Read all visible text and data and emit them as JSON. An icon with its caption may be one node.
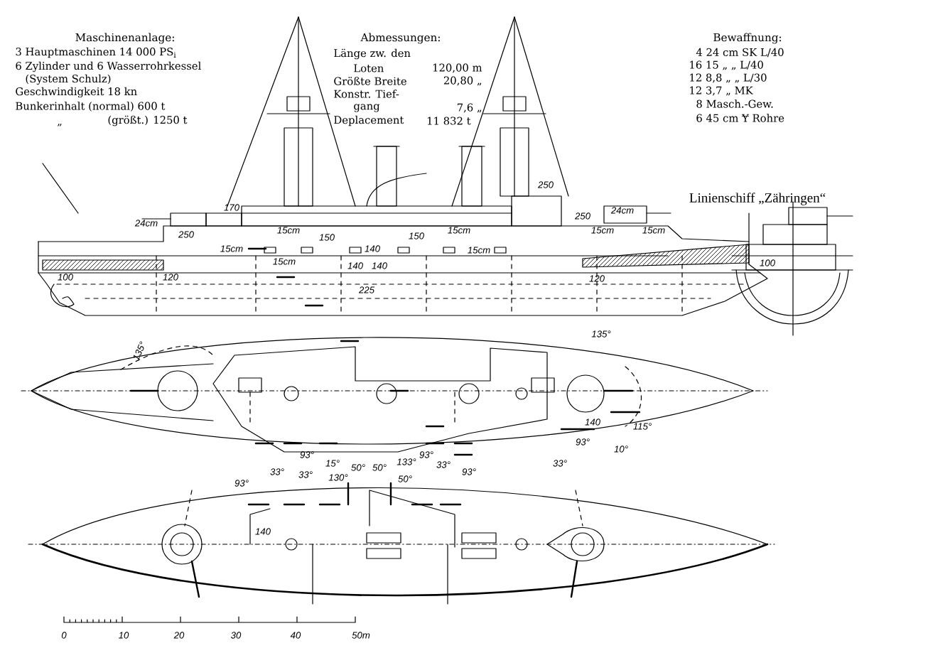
{
  "diagram": {
    "title": "Linienschiff „Zähringen“",
    "labels": [
      "Maschinenanlage:",
      "3 Hauptmaschinen 14 000 PS$_{i}$",
      "6 Zylinder und 6 Wasserrohrkessel",
      "(System Schulz)",
      "Geschwindigkeit 18 kn",
      "Bunkerinhalt (normal) 600 t",
      "„",
      "(größt.) 1250 t",
      "Abmessungen:",
      "Länge zw. den",
      "Loten",
      "120,00 m",
      "Größte Breite",
      "20,80 „",
      "Konstr. Tief-",
      "gang",
      "7,6 „",
      "Deplacement",
      "11 832 t",
      "Bewaffnung:",
      "4 24 cm SK L/40",
      "16 15 „ „ L/40",
      "12 8,8 „ „ L/30",
      "12 3,7 „ MK",
      "8 Masch.-Gew.",
      "6 45 cm Ɏ Rohre",
      "250",
      "170",
      "24cm",
      "250",
      "15cm",
      "150",
      "150",
      "15cm",
      "250",
      "24cm",
      "15cm",
      "140",
      "15cm",
      "15cm",
      "15cm",
      "15cm",
      "140",
      "140",
      "100",
      "120",
      "100",
      "120",
      "225",
      "135°",
      "135°",
      "140",
      "115°",
      "93°",
      "10°",
      "33°",
      "93°",
      "15°",
      "93°",
      "33°",
      "33°",
      "33°",
      "130°",
      "50°",
      "50°",
      "133°",
      "50°",
      "93°",
      "93°",
      "140",
      "0",
      "10",
      "20",
      "30",
      "40",
      "50m"
    ]
  }
}
